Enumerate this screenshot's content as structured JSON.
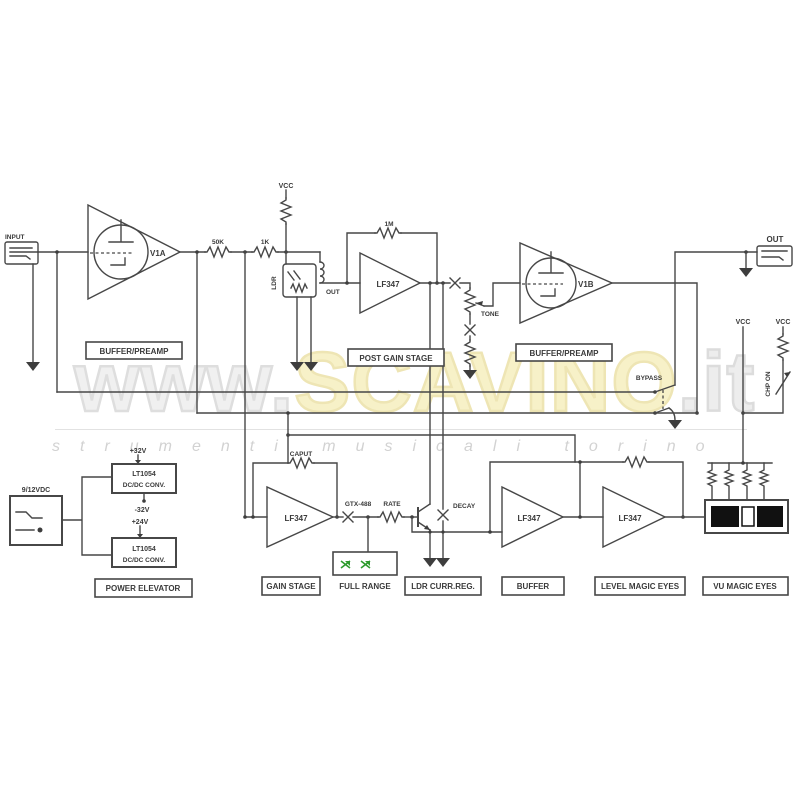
{
  "watermark": {
    "prefix": "www.",
    "brand": "SCAVINO",
    "suffix": ".it",
    "tagline": "strumenti musicali torino",
    "brand_color": "#f7f1c8",
    "gray_color": "#ededed"
  },
  "colors": {
    "line": "#474747",
    "led_green": "#2e9b2e",
    "background": "#ffffff"
  },
  "schematic": {
    "io": {
      "input": "INPUT",
      "out": "OUT"
    },
    "tubes": {
      "v1a": "V1A",
      "v1b": "V1B"
    },
    "opamps": {
      "post_gain": "LF347",
      "gain": "LF347",
      "buffer": "LF347",
      "level": "LF347"
    },
    "parts": {
      "r_50k": "50K",
      "r_1k": "1K",
      "r_1m": "1M",
      "vcc_top": "VCC",
      "vcc_right1": "VCC",
      "vcc_right2": "VCC",
      "ldr": "LDR",
      "ldr_out": "OUT",
      "tone": "TONE",
      "bypass": "BYPASS",
      "chp_on": "CHP ON",
      "gain_fb": "CAPUT",
      "coupling_cap": "GTX-488",
      "rate": "RATE",
      "decay": "DECAY",
      "full_range": "FULL RANGE"
    },
    "boxes": {
      "buffer_preamp_1": "BUFFER/PREAMP",
      "post_gain_stage": "POST GAIN STAGE",
      "buffer_preamp_2": "BUFFER/PREAMP",
      "power_elevator": "POWER ELEVATOR",
      "gain_stage": "GAIN STAGE",
      "ldr_curr_reg": "LDR CURR.REG.",
      "buffer": "BUFFER",
      "level_magic_eyes": "LEVEL MAGIC EYES",
      "vu_magic_eyes": "VU MAGIC EYES"
    },
    "power": {
      "dc_input": "9/12VDC",
      "conv1_line1": "LT1054",
      "conv1_line2": "DC/DC CONV.",
      "conv2_line1": "LT1054",
      "conv2_line2": "DC/DC CONV.",
      "v_plus32": "+32V",
      "v_minus32": "-32V",
      "v_plus24": "+24V"
    }
  }
}
